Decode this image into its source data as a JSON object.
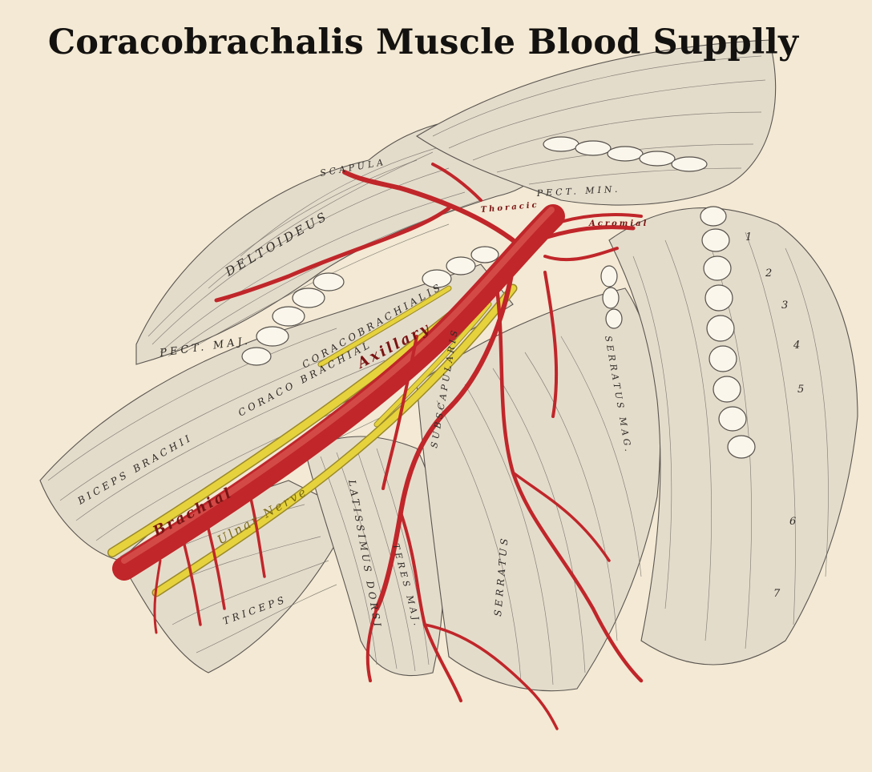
{
  "title": "Coracobrachalis Muscle Blood Supplly",
  "labels": {
    "deltoideus": "DELTOIDEUS",
    "pectoralis_major": "PECT. MAJ.",
    "coracobrachialis": "CORACOBRACHIALIS",
    "coraco_brachialis_lower": "CORACO BRACHIAL",
    "biceps_brachii": "BICEPS BRACHII",
    "triceps": "TRICEPS",
    "latissimus_dorsi": "LATISSIMUS DORSI",
    "teres_major": "TERES MAJ.",
    "subscapularis": "SUBSCAPULARIS",
    "serratus": "SERRATUS",
    "serratus_magnus": "SERRATUS MAG.",
    "pectoralis_minor": "PECT. MIN.",
    "scapula_top": "SCAPULA",
    "axillary": "Axillary",
    "brachial": "Brachial",
    "ulnar_nerve": "Ulnar Nerve",
    "thoracic": "Thoracic",
    "acromial": "Acromial",
    "rib_numbers": [
      "1",
      "2",
      "3",
      "4",
      "5",
      "6",
      "7"
    ]
  },
  "colors": {
    "artery": "#c0262a",
    "nerve": "#e6d23c",
    "paper": "#f3e9d4",
    "ink": "#141210"
  }
}
